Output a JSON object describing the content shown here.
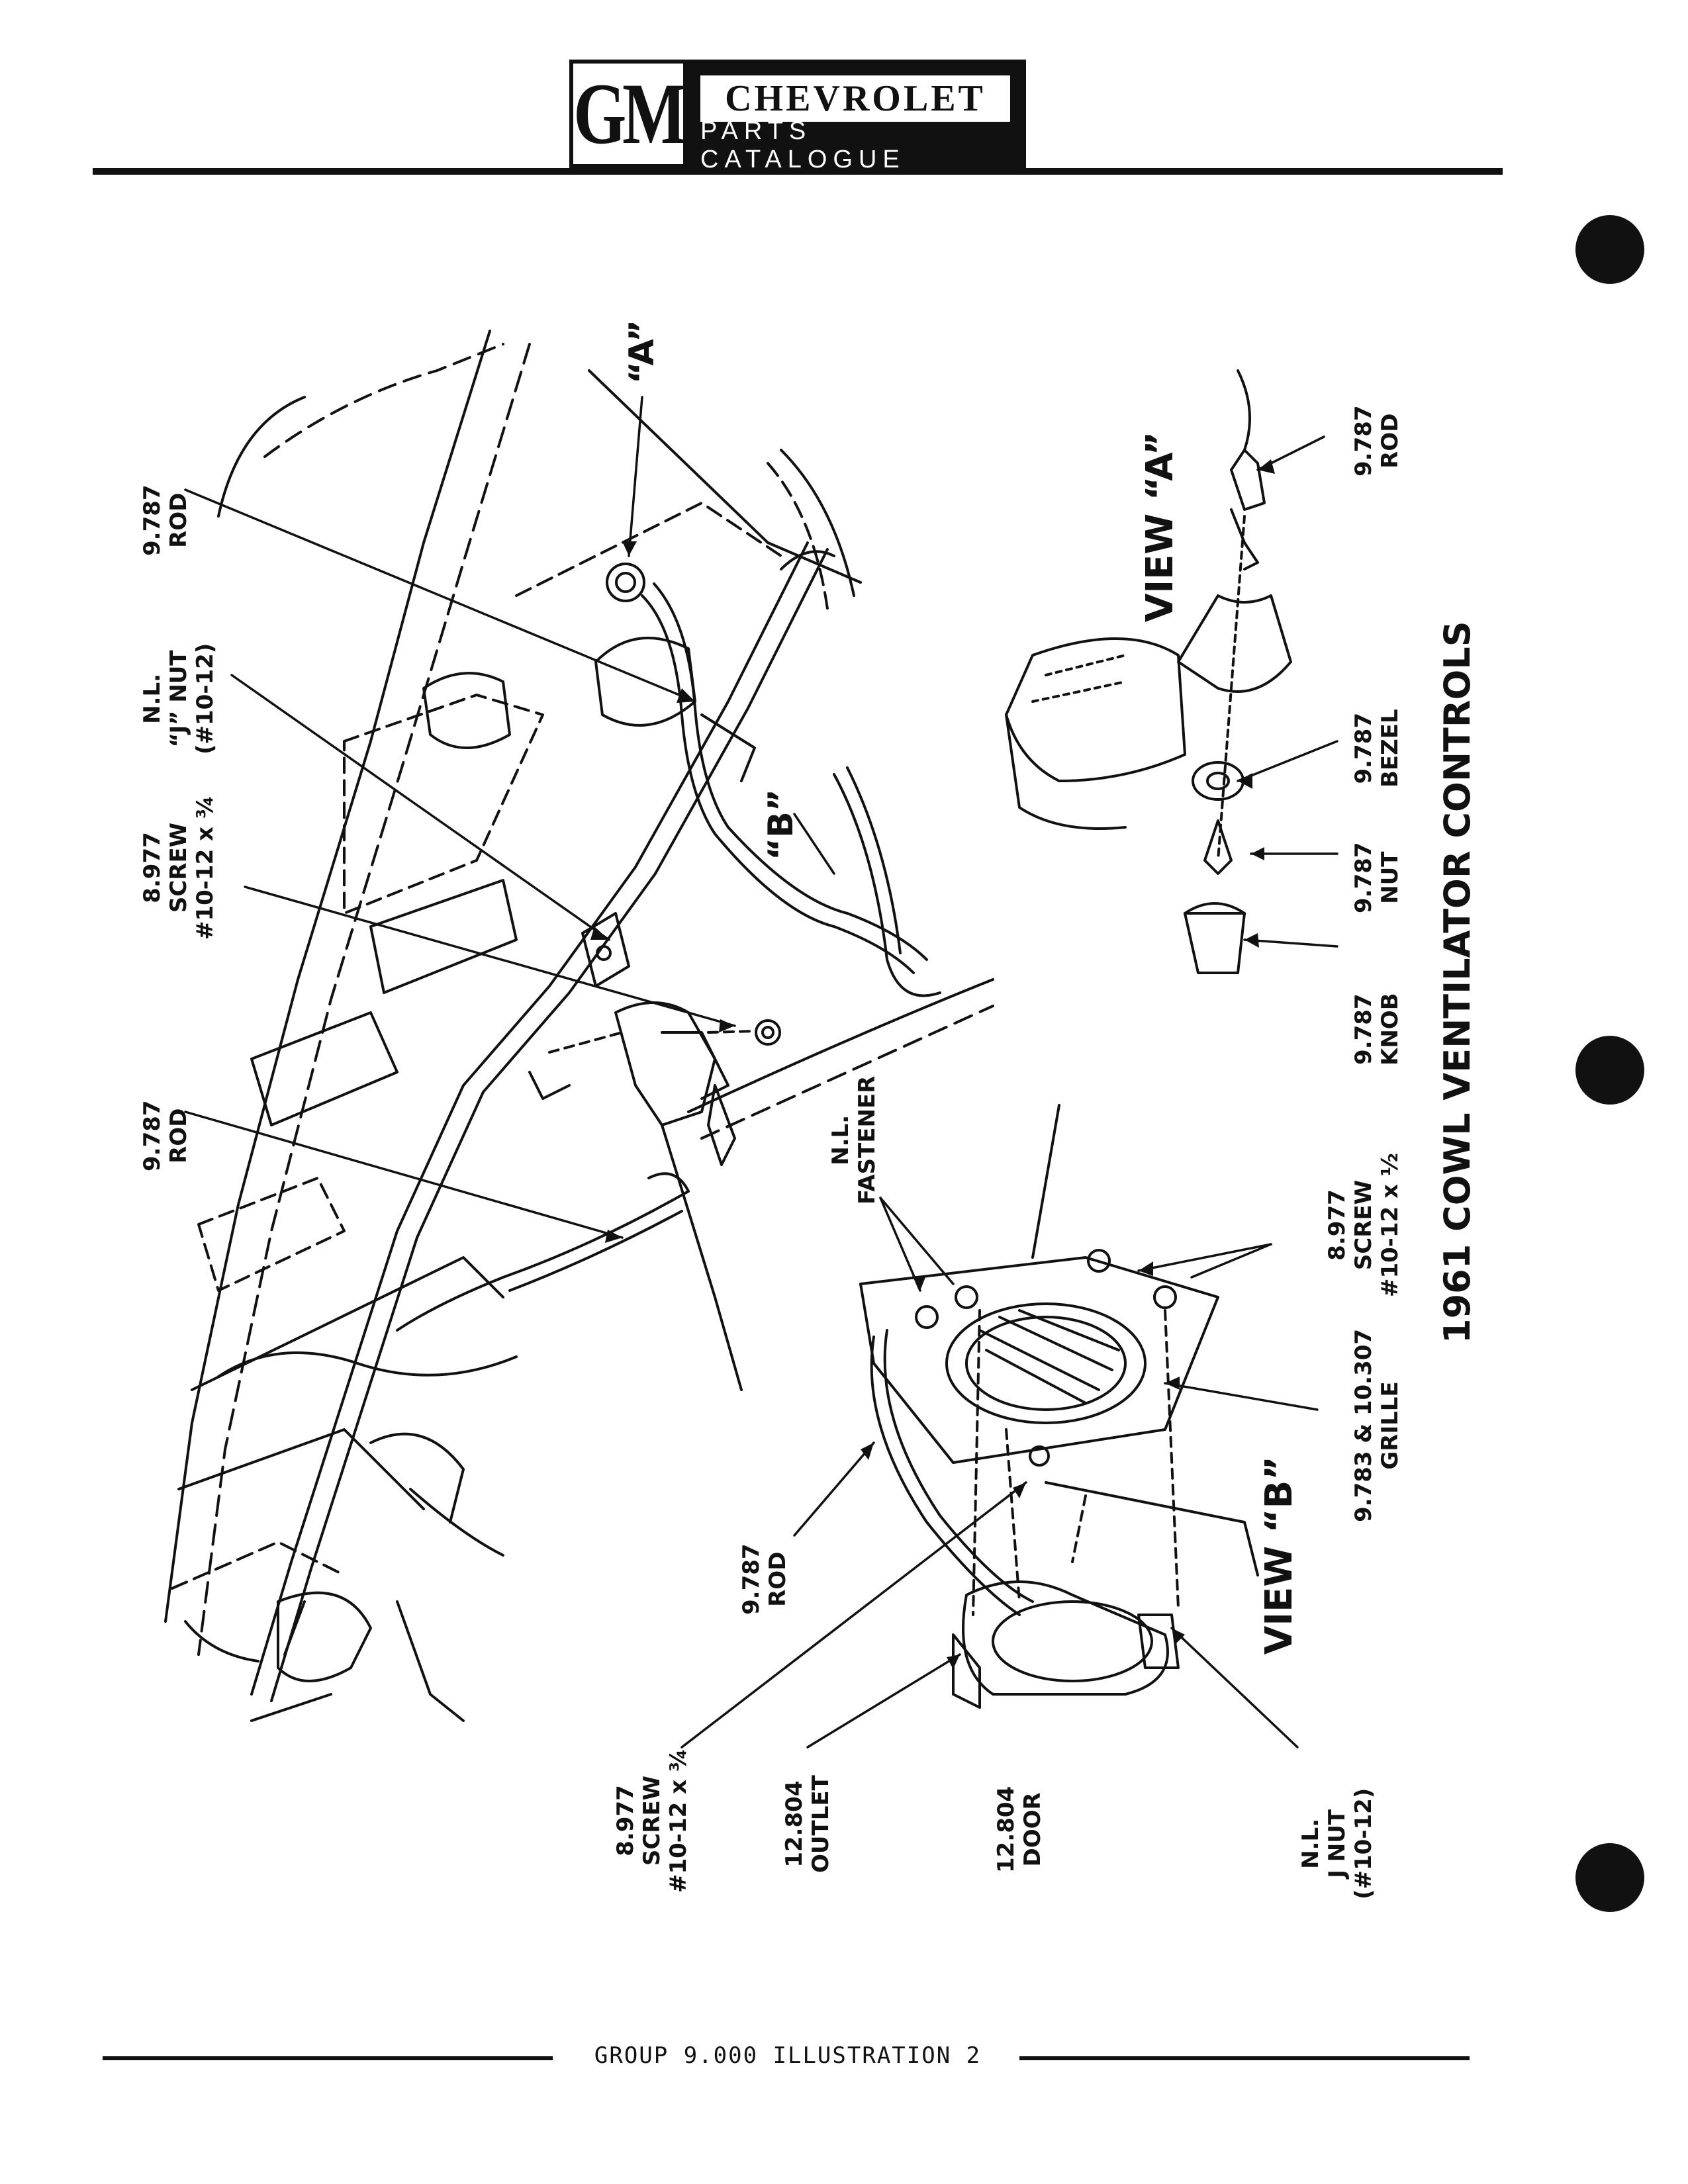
{
  "header": {
    "logo": "GM",
    "brand": "CHEVROLET",
    "subtitle": "PARTS CATALOGUE"
  },
  "diagram": {
    "title": "1961 COWL VENTILATOR CONTROLS",
    "view_a": "VIEW “A”",
    "view_b": "VIEW “B”",
    "marker_a": "“A”",
    "marker_b": "“B”"
  },
  "callouts": {
    "rod_top": {
      "num": "9.787",
      "name": "ROD"
    },
    "j_nut_top": {
      "num": "N.L.",
      "name": "“J” NUT",
      "spec": "(#10-12)"
    },
    "screw_top": {
      "num": "8.977",
      "name": "SCREW",
      "spec": "#10-12 x ¾"
    },
    "rod_mid": {
      "num": "9.787",
      "name": "ROD"
    },
    "fastener": {
      "num": "N.L.",
      "name": "FASTENER"
    },
    "screw_grille": {
      "num": "8.977",
      "name": "SCREW",
      "spec": "#10-12 x ½"
    },
    "grille": {
      "num": "9.783 & 10.307",
      "name": "GRILLE"
    },
    "rod_view_b": {
      "num": "9.787",
      "name": "ROD"
    },
    "screw_bottom": {
      "num": "8.977",
      "name": "SCREW",
      "spec": "#10-12 x ¾"
    },
    "outlet": {
      "num": "12.804",
      "name": "OUTLET"
    },
    "door": {
      "num": "12.804",
      "name": "DOOR"
    },
    "j_nut_bottom": {
      "num": "N.L.",
      "name": "J NUT",
      "spec": "(#10-12)"
    },
    "rod_view_a": {
      "num": "9.787",
      "name": "ROD"
    },
    "bezel": {
      "num": "9.787",
      "name": "BEZEL"
    },
    "nut": {
      "num": "9.787",
      "name": "NUT"
    },
    "knob": {
      "num": "9.787",
      "name": "KNOB"
    }
  },
  "footer": {
    "caption": "GROUP 9.000 ILLUSTRATION 2"
  }
}
